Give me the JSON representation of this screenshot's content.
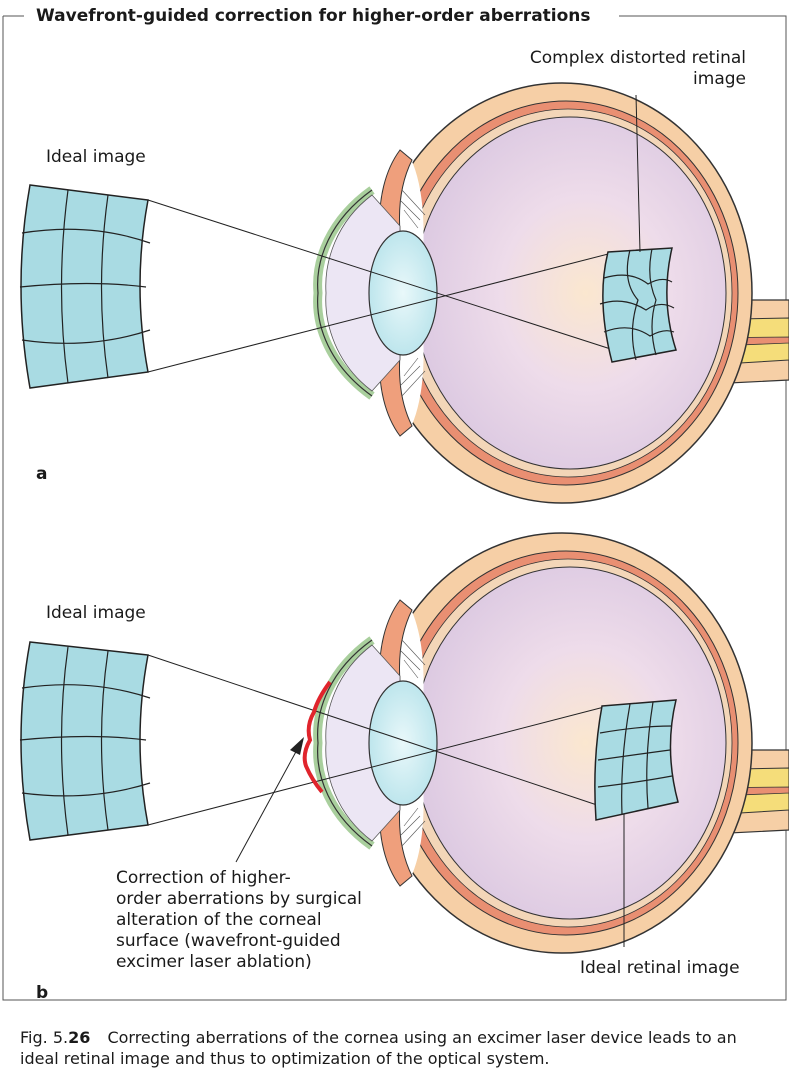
{
  "title": "Wavefront-guided correction for higher-order aberrations",
  "panel_a": {
    "letter": "a",
    "ideal_image_label": "Ideal image",
    "retinal_label_line1": "Complex distorted retinal",
    "retinal_label_line2": "image"
  },
  "panel_b": {
    "letter": "b",
    "ideal_image_label": "Ideal image",
    "retinal_label": "Ideal retinal image",
    "correction_lines": [
      "Correction of higher-",
      "order aberrations by surgical",
      "alteration of the corneal",
      "surface (wavefront-guided",
      "excimer laser ablation)"
    ]
  },
  "caption": {
    "prefix": "Fig. 5.",
    "number": "26",
    "text": "Correcting aberrations of the cornea using an excimer laser device leads to an ideal retinal image and thus to optimization of the optical system."
  },
  "colors": {
    "grid_fill": "#a9dbe3",
    "vitreous": "#e5d9ec",
    "sclera": "#f6cfa6",
    "choroid": "#e98f72",
    "lens": "#c9ecf0",
    "correction": "#e0242c",
    "iris": "#ef9f7c"
  }
}
